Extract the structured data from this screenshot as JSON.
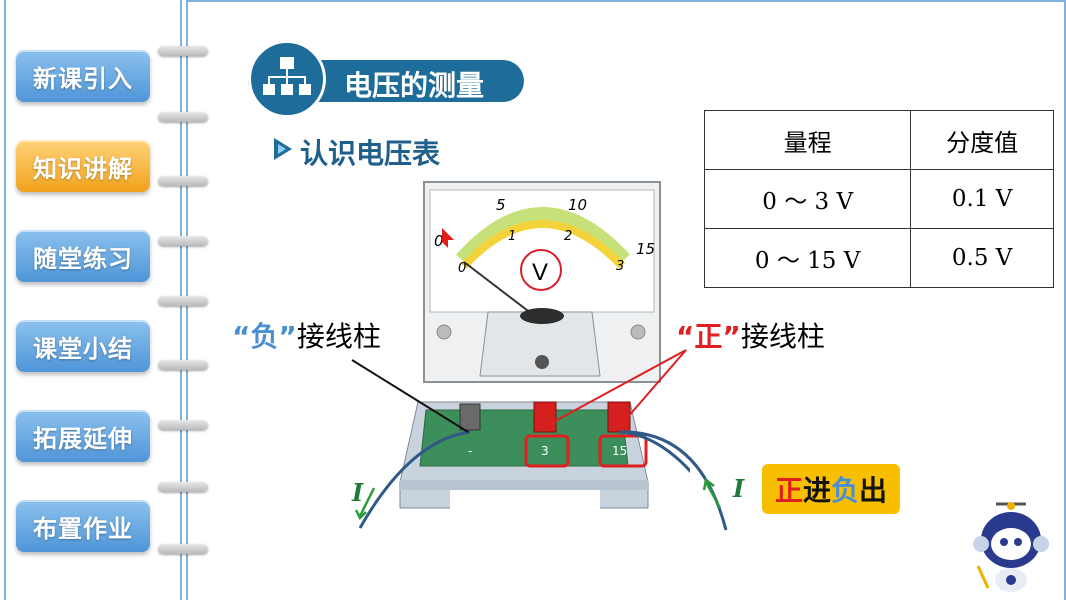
{
  "nav": {
    "items": [
      {
        "label": "新课引入",
        "active": false
      },
      {
        "label": "知识讲解",
        "active": true
      },
      {
        "label": "随堂练习",
        "active": false
      },
      {
        "label": "课堂小结",
        "active": false
      },
      {
        "label": "拓展延伸",
        "active": false
      },
      {
        "label": "布置作业",
        "active": false
      }
    ],
    "colors": {
      "inactive": "#5aa0dd",
      "active": "#f2a623"
    }
  },
  "section": {
    "title": "电压的测量",
    "icon": "hierarchy-icon"
  },
  "subtitle": {
    "text": "认识电压表",
    "icon": "play-triangle-icon"
  },
  "range_table": {
    "headers": [
      "量程",
      "分度值"
    ],
    "rows": [
      [
        "0 ～ 3 V",
        "0.1 V"
      ],
      [
        "0 ～ 15 V",
        "0.5 V"
      ]
    ]
  },
  "voltmeter": {
    "scale_upper": [
      "0",
      "5",
      "10",
      "15"
    ],
    "scale_lower": [
      "0",
      "1",
      "2",
      "3"
    ],
    "symbol": "V",
    "terminals": [
      "-",
      "3",
      "15"
    ]
  },
  "labels": {
    "negative_quote": "“负”",
    "negative_text": "接线柱",
    "positive_quote": "“正”",
    "positive_text": "接线柱",
    "current_symbol": "I"
  },
  "rule": {
    "zheng": "正",
    "jin": "进",
    "fu": "负",
    "chu": "出"
  }
}
